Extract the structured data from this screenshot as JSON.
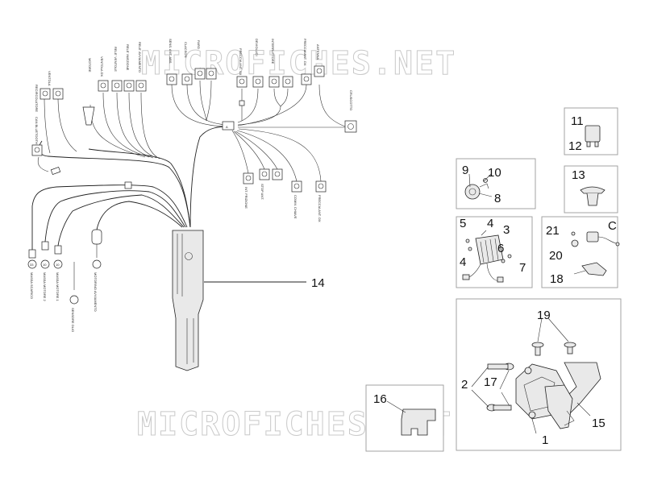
{
  "watermark": {
    "top": "MICROFICHES.NET",
    "bottom": "MICROFICHES.NET"
  },
  "callouts": {
    "n1": "1",
    "n2": "2",
    "n3": "3",
    "n4a": "4",
    "n4b": "4",
    "n5": "5",
    "n6": "6",
    "n7": "7",
    "n8": "8",
    "n9": "9",
    "n10": "10",
    "n11": "11",
    "n12": "12",
    "n13": "13",
    "n14": "14",
    "n15": "15",
    "n16": "16",
    "n17": "17",
    "n18": "18",
    "n19": "19",
    "n20": "20",
    "n21": "21",
    "nc": "C"
  },
  "connector_labels": {
    "l1": "RECIRCOLATORE",
    "l2": "VENTOLA",
    "l3": "MOTORE",
    "l4": "VENTOLA DX",
    "l5": "RELE' VENTOLE",
    "l6": "RELE' INIEZIONE",
    "l7": "RELE' AVVIAMENTO",
    "l8": "SENS. ANT. ABS",
    "l9": "CLACSON",
    "l10": "FARO",
    "l11": "FRECCIA ANT. SX",
    "l12": "DEVIOLUCI",
    "l13": "INTERRUTTORE",
    "l14": "FRECCIA ANT. DX",
    "l15": "ANTENNA",
    "l16": "CRUSCOTTO",
    "l17": "CAN BLUETOOTH",
    "l18": "INT. FRIZIONE",
    "l19": "STOP ANT.",
    "l20": "COMM. CHIAVE",
    "l21": "FRECCIA ANT. DX",
    "l22": "MASSA MOTORE 2",
    "l23": "MASSA MOTORE 1",
    "l24": "SENSORE OLIO",
    "l25": "MOTORINO AVVIAMENTO",
    "l26": "MASSA SCARICO"
  }
}
